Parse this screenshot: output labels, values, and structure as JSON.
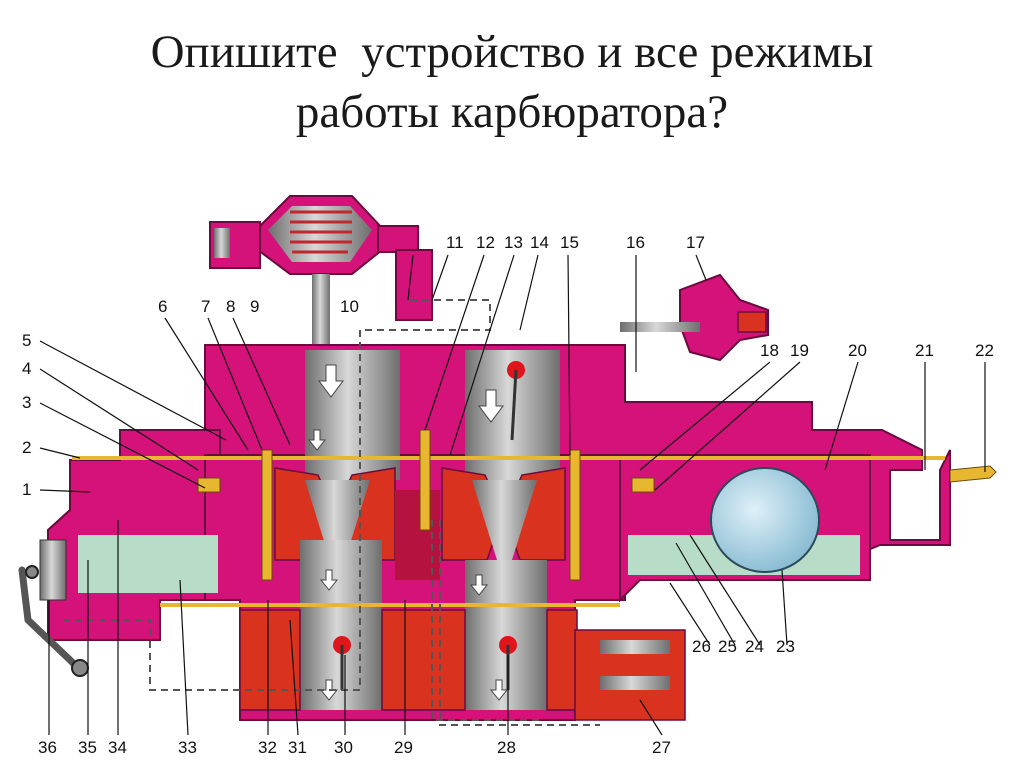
{
  "slide": {
    "title_line1": "Опишите  устройство и все режимы",
    "title_line2": "работы карбюратора?"
  },
  "diagram": {
    "labels_left": [
      "5",
      "4",
      "3",
      "2",
      "1"
    ],
    "labels_top": [
      "6",
      "7",
      "8",
      "9",
      "10",
      "11",
      "12",
      "13",
      "14",
      "15",
      "16",
      "17",
      "18",
      "19",
      "20",
      "21",
      "22"
    ],
    "labels_right": [
      "26",
      "25",
      "24",
      "23"
    ],
    "labels_bottom": [
      "36",
      "35",
      "34",
      "33",
      "32",
      "31",
      "30",
      "29",
      "28",
      "27"
    ],
    "colors": {
      "body": "#d4127a",
      "metal": "#9a9a9a",
      "fuel": "#b7dcc8",
      "float": "#a9d3e6",
      "gold": "#e7b730",
      "flange": "#d9331f"
    }
  }
}
